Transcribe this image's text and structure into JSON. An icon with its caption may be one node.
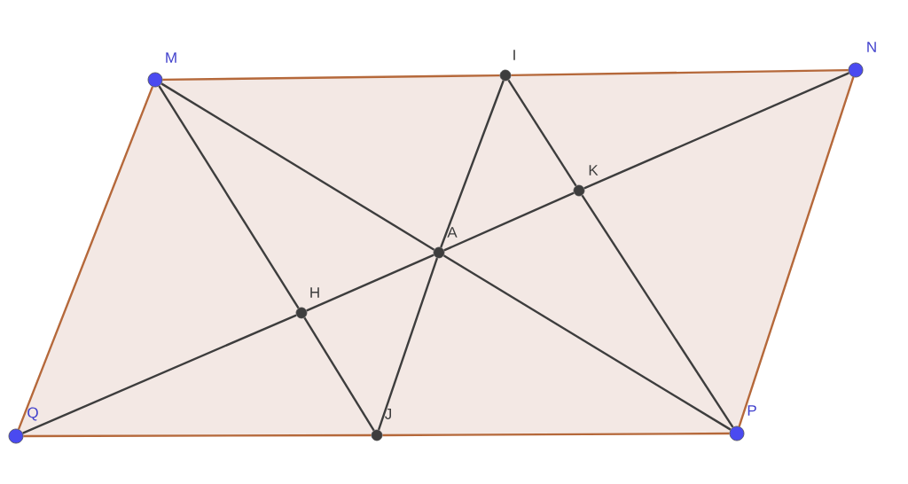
{
  "diagram": {
    "nodes": [
      {
        "text": [
          "M"
        ]
      },
      {
        "text": [
          "I"
        ]
      },
      {
        "text": [
          "N"
        ]
      },
      {
        "text": [
          "K"
        ]
      },
      {
        "text": [
          "A"
        ]
      },
      {
        "text": [
          "H"
        ]
      },
      {
        "text": [
          "Q"
        ]
      },
      {
        "text": [
          "J"
        ]
      },
      {
        "text": [
          "P"
        ]
      }
    ],
    "edges": [
      {
        "from": 0,
        "to": 1,
        "arrow": "none",
        "color": "#b5683a"
      },
      {
        "from": 1,
        "to": 2,
        "arrow": "none",
        "color": "#b5683a"
      },
      {
        "from": 2,
        "to": 8,
        "arrow": "none",
        "color": "#b5683a"
      },
      {
        "from": 8,
        "to": 7,
        "arrow": "none",
        "color": "#b5683a"
      },
      {
        "from": 7,
        "to": 6,
        "arrow": "none",
        "color": "#b5683a"
      },
      {
        "from": 6,
        "to": 0,
        "arrow": "none",
        "color": "#b5683a"
      },
      {
        "from": 0,
        "to": 5,
        "arrow": "none"
      },
      {
        "from": 5,
        "to": 7,
        "arrow": "none"
      },
      {
        "from": 1,
        "to": 3,
        "arrow": "none"
      },
      {
        "from": 3,
        "to": 8,
        "arrow": "none"
      },
      {
        "from": 1,
        "to": 4,
        "arrow": "none"
      },
      {
        "from": 4,
        "to": 7,
        "arrow": "none"
      },
      {
        "from": 0,
        "to": 4,
        "arrow": "none"
      },
      {
        "from": 4,
        "to": 8,
        "arrow": "none"
      },
      {
        "from": 6,
        "to": 5,
        "arrow": "none"
      },
      {
        "from": 5,
        "to": 4,
        "arrow": "none"
      },
      {
        "from": 4,
        "to": 3,
        "arrow": "none"
      },
      {
        "from": 3,
        "to": 2,
        "arrow": "none"
      }
    ]
  }
}
